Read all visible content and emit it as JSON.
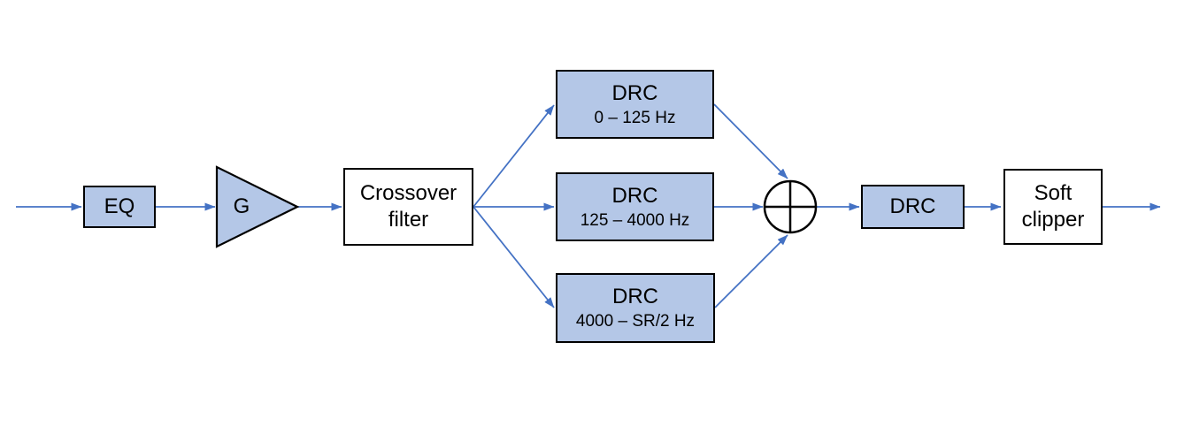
{
  "diagram": {
    "type": "block-diagram",
    "colors": {
      "block_fill": "#b4c7e7",
      "block_border": "#000000",
      "connector": "#4472c4",
      "background": "#ffffff"
    },
    "nodes": {
      "eq": {
        "label": "EQ"
      },
      "gain": {
        "label": "G"
      },
      "crossover": {
        "lines": [
          "Crossover",
          "filter"
        ]
      },
      "drc_low": {
        "title": "DRC",
        "range": "0 – 125 Hz"
      },
      "drc_mid": {
        "title": "DRC",
        "range": "125 – 4000 Hz"
      },
      "drc_high": {
        "title": "DRC",
        "range": "4000 – SR/2 Hz"
      },
      "sum": {
        "symbol": "⊕"
      },
      "drc_full": {
        "label": "DRC"
      },
      "soft_clipper": {
        "lines": [
          "Soft",
          "clipper"
        ]
      }
    },
    "edges": [
      {
        "from": "input",
        "to": "eq"
      },
      {
        "from": "eq",
        "to": "gain"
      },
      {
        "from": "gain",
        "to": "crossover"
      },
      {
        "from": "crossover",
        "to": "drc_low"
      },
      {
        "from": "crossover",
        "to": "drc_mid"
      },
      {
        "from": "crossover",
        "to": "drc_high"
      },
      {
        "from": "drc_low",
        "to": "sum"
      },
      {
        "from": "drc_mid",
        "to": "sum"
      },
      {
        "from": "drc_high",
        "to": "sum"
      },
      {
        "from": "sum",
        "to": "drc_full"
      },
      {
        "from": "drc_full",
        "to": "soft_clipper"
      },
      {
        "from": "soft_clipper",
        "to": "output"
      }
    ]
  }
}
